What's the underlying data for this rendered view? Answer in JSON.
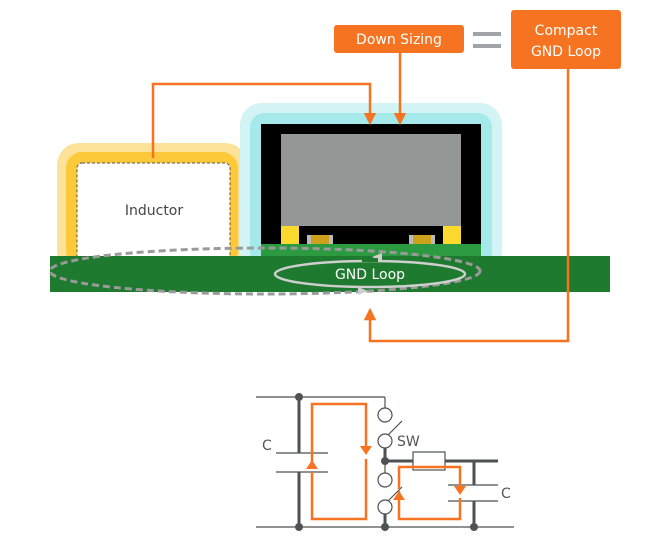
{
  "diagram": {
    "callouts": {
      "down_sizing": "Down Sizing",
      "equals_symbol": "=",
      "compact_gnd_loop_line1": "Compact",
      "compact_gnd_loop_line2": "GND Loop"
    },
    "components": {
      "inductor": "Inductor",
      "gnd_loop": "GND Loop"
    },
    "circuit": {
      "capacitor_left": "C",
      "switch": "SW",
      "capacitor_right": "C"
    },
    "colors": {
      "accent_orange": "#f57321",
      "pcb_green": "#1e7a2e",
      "module_green": "#2c9a40",
      "inductor_yellow": "#fcc93a",
      "inductor_halo": "#fde39a",
      "module_cyan": "#a6e9ea",
      "module_halo": "#d3f4f4",
      "chip_gray": "#939897",
      "pad_yellow": "#fbd92f",
      "cap_gold": "#cda21a",
      "wire_gray": "#4e5252"
    }
  }
}
